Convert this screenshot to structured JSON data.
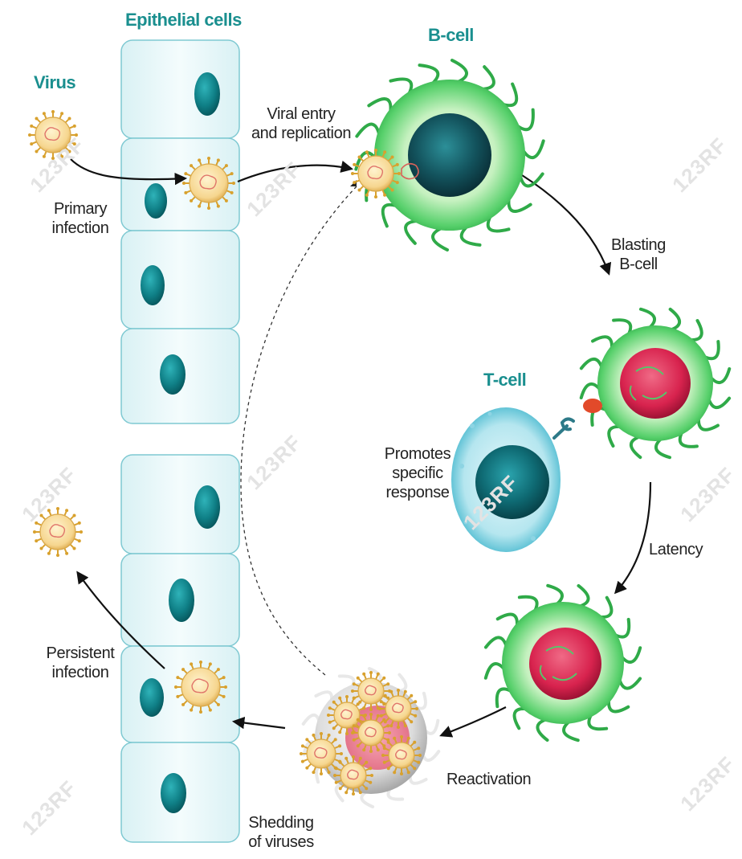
{
  "titles": {
    "epithelial_cells": "Epithelial cells",
    "virus": "Virus",
    "b_cell": "B-cell",
    "t_cell": "T-cell"
  },
  "labels": {
    "viral_entry_1": "Viral entry",
    "viral_entry_2": "and replication",
    "primary_1": "Primary",
    "primary_2": "infection",
    "blasting_1": "Blasting",
    "blasting_2": "B-cell",
    "promotes_1": "Promotes",
    "promotes_2": "specific",
    "promotes_3": "response",
    "latency": "Latency",
    "persistent_1": "Persistent",
    "persistent_2": "infection",
    "reactivation": "Reactivation",
    "shedding_1": "Shedding",
    "shedding_2": "of viruses"
  },
  "watermark": "123RF",
  "colors": {
    "title_teal": "#1a8f8f",
    "epithelium_fill": "#e4f6f8",
    "epithelium_stroke": "#7fc9d2",
    "nucleus": "#0f7f86",
    "virus_body": "#f4d48f",
    "virus_spikes": "#d8a12e",
    "b_cell_green": "#3fc45c",
    "infected_nucleus": "#d8234e",
    "t_cell_blue": "#4fc3d8",
    "shedding_gray": "#cfcfcf"
  }
}
